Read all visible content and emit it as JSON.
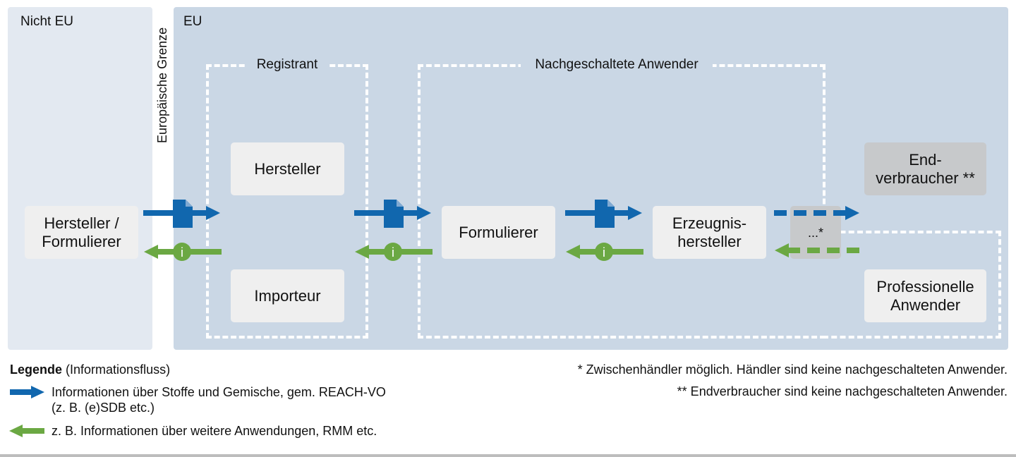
{
  "regions": {
    "non_eu": "Nicht EU",
    "eu": "EU",
    "border": "Europäische Grenze"
  },
  "groups": {
    "registrant": "Registrant",
    "downstream_users": "Nachgeschaltete Anwender"
  },
  "nodes": {
    "non_eu_manufacturer": "Hersteller /\nFormulierer",
    "manufacturer": "Hersteller",
    "importer": "Importeur",
    "formulator": "Formulierer",
    "article_producer": "Erzeugnis-\nhersteller",
    "distributor": "...*",
    "end_consumer": "End-\nverbraucher **",
    "professional_users": "Professionelle\nAnwender"
  },
  "legend": {
    "title": "Legende",
    "subtitle": "(Informationsfluss)",
    "blue_text": "Informationen über Stoffe und Gemische, gem. REACH-VO\n(z. B. (e)SDB etc.)",
    "green_text": "z. B. Informationen über weitere Anwendungen, RMM etc."
  },
  "notes": {
    "note1": "* Zwischenhändler möglich. Händler sind keine nachgeschalteten Anwender.",
    "note2": "** Endverbraucher sind keine nachgeschalteten Anwender."
  },
  "icons": {
    "document": "document-icon",
    "info": "i"
  },
  "colors": {
    "non_eu_bg": "#e3e9f1",
    "eu_bg": "#cad7e5",
    "blue_arrow": "#1167ae",
    "green_arrow": "#6ba843",
    "node_bg": "#efefef",
    "node_gray": "#c7c9cb"
  }
}
